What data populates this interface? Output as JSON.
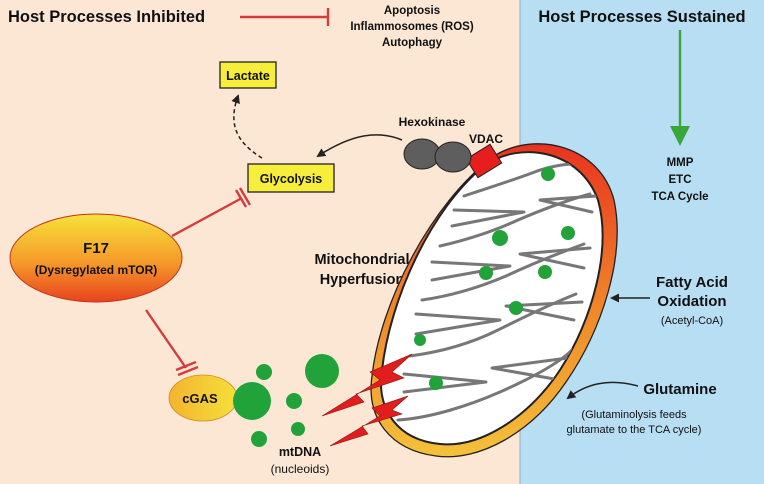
{
  "left_panel": {
    "title": "Host Processes Inhibited",
    "inhibited": [
      "Apoptosis",
      "Inflammosomes (ROS)",
      "Autophagy"
    ],
    "bg_color": "#fbe7d4"
  },
  "right_panel": {
    "title": "Host Processes Sustained",
    "sustained": [
      "MMP",
      "ETC",
      "TCA Cycle"
    ],
    "bg_color": "#b7def2"
  },
  "nodes": {
    "lactate": "Lactate",
    "glycolysis": "Glycolysis",
    "hexokinase": "Hexokinase",
    "vdac": "VDAC",
    "f17_title": "F17",
    "f17_subtitle": "(Dysregylated mTOR)",
    "cgas": "cGAS",
    "mito_line1": "Mitochondrial",
    "mito_line2": "Hyperfusion",
    "mtdna": "mtDNA",
    "nucleoids": "(nucleoids)",
    "fao_line1": "Fatty Acid",
    "fao_line2": "Oxidation",
    "fao_note": "(Acetyl-CoA)",
    "glutamine": "Glutamine",
    "glut_note1": "(Glutaminolysis feeds",
    "glut_note2": "glutamate to the TCA cycle)"
  },
  "colors": {
    "inhibit": "#d63a3a",
    "sustain": "#3aa63a",
    "box_fill": "#f6ee3a",
    "matrix_green": "#21a339",
    "vdac": "#e61e1e",
    "hexokinase": "#5e5e5e"
  }
}
